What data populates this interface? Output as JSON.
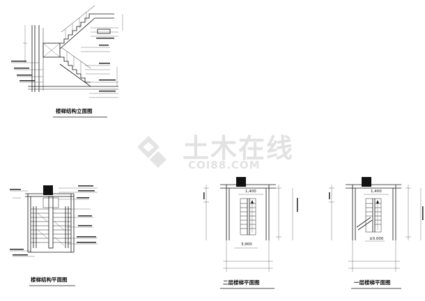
{
  "drawings": {
    "elevation": {
      "title": "楼梯结构立面图"
    },
    "structural_plan": {
      "title": "楼梯结构平面图"
    },
    "second_floor_plan": {
      "title": "二层楼梯平面图",
      "dim_top": "1,400",
      "dim_bottom": "3,900"
    },
    "first_floor_plan": {
      "title": "一层楼梯平面图",
      "dim_top": "1,400",
      "dim_bottom": "±0.000"
    }
  },
  "watermark": {
    "brand": "土木在线",
    "domain": "COI88.COM"
  },
  "colors": {
    "line": "#111111",
    "watermark": "#e2e2e2"
  }
}
